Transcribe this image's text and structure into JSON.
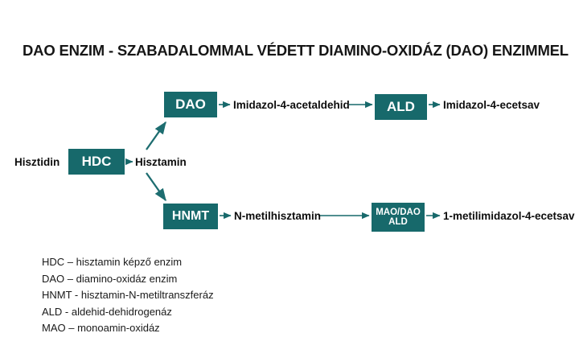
{
  "page": {
    "background_color": "#ffffff",
    "accent_color": "#17696b",
    "text_color": "#111111"
  },
  "title": "DAO ENZIM - SZABADALOMMAL VÉDETT DIAMINO-OXIDÁZ (DAO) ENZIMMEL",
  "diagram": {
    "boxes": [
      {
        "id": "hdc",
        "label": "HDC"
      },
      {
        "id": "dao",
        "label": "DAO"
      },
      {
        "id": "ald",
        "label": "ALD"
      },
      {
        "id": "hnmt",
        "label": "HNMT"
      },
      {
        "id": "mao_dao_ald",
        "line1": "MAO/DAO",
        "line2": "ALD"
      }
    ],
    "labels": {
      "hisztidin": "Hisztidin",
      "hisztamin": "Hisztamin",
      "imidazol_4_acetaldehid": "Imidazol-4-acetaldehid",
      "imidazol_4_ecetsav": "Imidazol-4-ecetsav",
      "n_metilhisztamin": "N-metilhisztamin",
      "metilimidazol_4_ecetsav": "1-metilimidazol-4-ecetsav"
    }
  },
  "legend": [
    "HDC – hisztamin képző enzim",
    "DAO – diamino-oxidáz enzim",
    "HNMT - hisztamin-N-metiltranszferáz",
    "ALD - aldehid-dehidrogenáz",
    "MAO – monoamin-oxidáz"
  ]
}
